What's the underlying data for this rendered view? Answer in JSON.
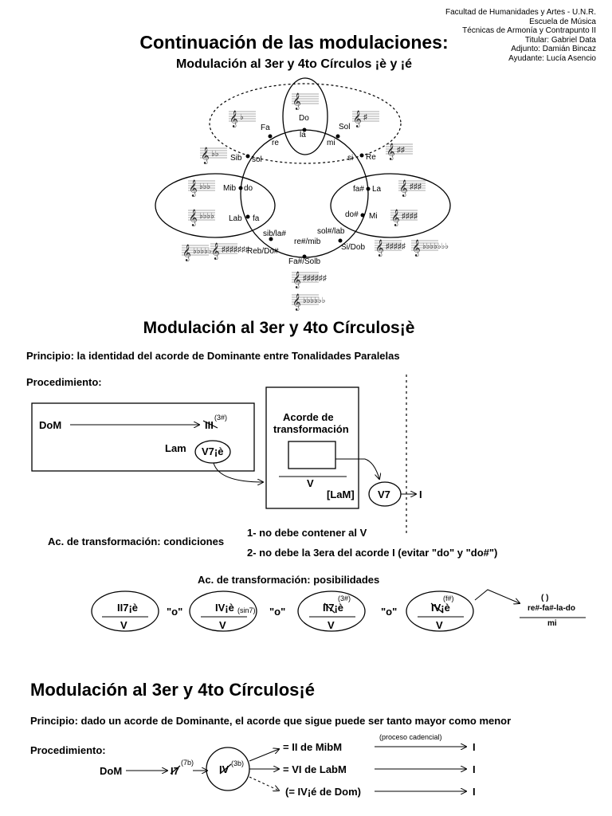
{
  "header": {
    "lines": [
      "Facultad de Humanidades y Artes - U.N.R.",
      "Escuela de Música",
      "Técnicas de Armonía y Contrapunto II",
      "Titular: Gabriel Data",
      "Adjunto: Damián Bincaz",
      "Ayudante: Lucía Asencio"
    ]
  },
  "title": "Continuación de las modulaciones:",
  "subtitle": "Modulación al 3er y 4to Círculos ¡è y ¡é",
  "circle": {
    "labels": [
      "Do",
      "la",
      "Sol",
      "mi",
      "Re",
      "si",
      "La",
      "fa#",
      "Mi",
      "do#",
      "Si/Dob",
      "sol#/lab",
      "Fa#/Solb",
      "re#/mib",
      "Reb/Do#",
      "sib/la#",
      "Lab",
      "fa",
      "Mib",
      "do",
      "Sib",
      "sol",
      "Fa",
      "re"
    ]
  },
  "section1": {
    "heading": "Modulación al 3er y 4to Círculos¡è",
    "principle": "Principio: la identidad del acorde de Dominante entre Tonalidades Paralelas",
    "procedure": "Procedimiento:",
    "dom": "DoM",
    "iii": "III",
    "iii_sup": "(3#)",
    "lam": "Lam",
    "v7e": "V7¡è",
    "box_title_1": "Acorde de",
    "box_title_2": "transformación",
    "v": "V",
    "lam_key": "[LaM]",
    "v7": "V7",
    "i": "I",
    "cond_label": "Ac. de transformación: condiciones",
    "cond1": "1- no debe contener al V",
    "cond2": "2- no debe la 3era del acorde I (evitar \"do\" y \"do#\")",
    "poss_label": "Ac. de transformación: posibilidades",
    "o": "\"o\"",
    "opt1": "II7¡è",
    "opt2": "IV¡è",
    "opt2_sup": "(sin7)",
    "opt3": "II7¡è",
    "opt3_sup": "(3#)",
    "opt4": "IV¡è",
    "opt4_sup": "(f#)",
    "opt_den": "V",
    "note_paren": "(   )",
    "note_num": "re#-fa#-la-do",
    "note_den": "mi"
  },
  "section2": {
    "heading": "Modulación al 3er y 4to Círculos¡é",
    "principle": "Principio: dado un acorde de Dominante, el acorde que sigue puede ser tanto mayor como menor",
    "procedure": "Procedimiento:",
    "dom": "DoM",
    "i7": "I7",
    "i7_sup": "(7b)",
    "iv": "IV",
    "iv_sup": "(3b)",
    "cad": "(proceso cadencial)",
    "r1": "= II de MibM",
    "r2": "= VI de LabM",
    "r3": "(= IV¡é de Dom)",
    "i": "I"
  }
}
